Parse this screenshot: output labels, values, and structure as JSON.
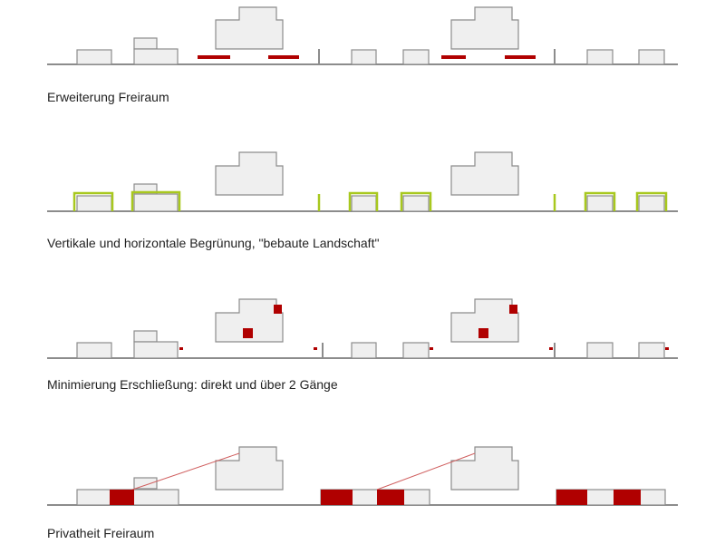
{
  "panels": [
    {
      "caption": "Erweiterung Freiraum"
    },
    {
      "caption": "Vertikale und horizontale Begrünung, \"bebaute Landschaft\""
    },
    {
      "caption": "Minimierung Erschließung: direkt und über 2 Gänge"
    },
    {
      "caption": "Privatheit Freiraum"
    }
  ],
  "colors": {
    "ground": "#8c8c8c",
    "building_fill": "#efefef",
    "building_stroke": "#8c8c8c",
    "accent_red": "#b00000",
    "greening": "#a8c81e",
    "sightline": "#d06060"
  }
}
